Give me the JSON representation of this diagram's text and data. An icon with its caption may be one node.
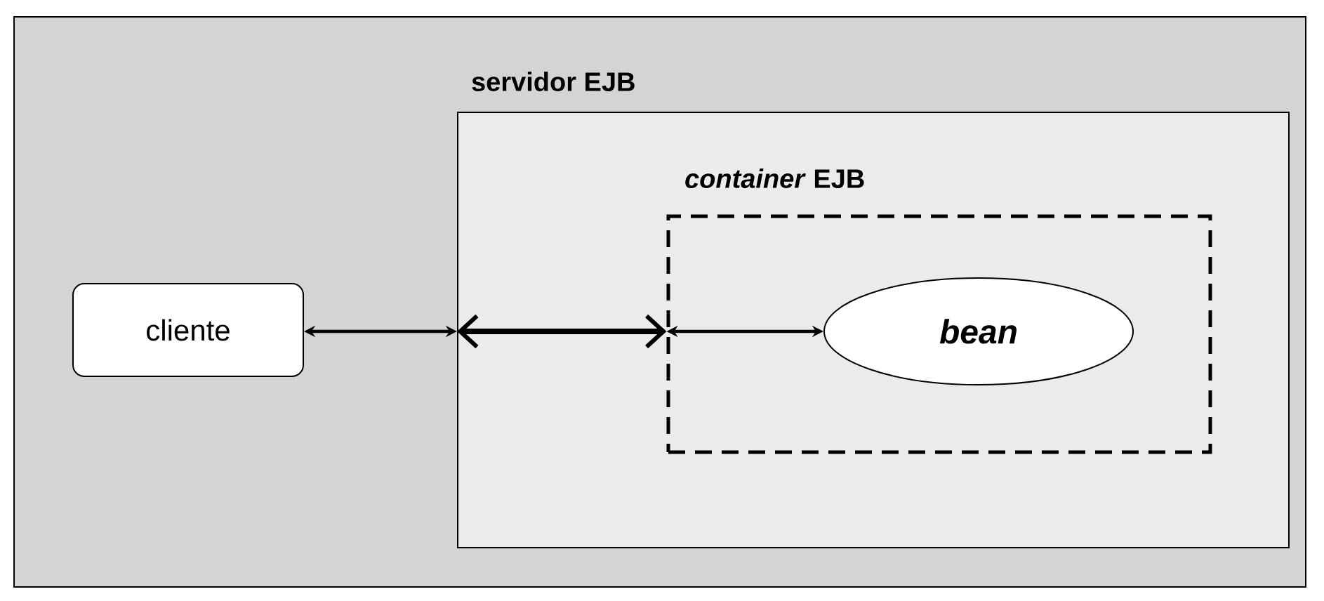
{
  "diagram": {
    "nodes": [
      {
        "text": [
          "servidor EJB"
        ]
      },
      {
        "text": [
          "*container* EJB"
        ],
        "in": 0
      },
      {
        "text": [
          "cliente"
        ]
      },
      {
        "text": [
          "bean"
        ],
        "in": 1
      }
    ],
    "edges": [
      {
        "from": 2,
        "to": 0,
        "arrow": "both"
      },
      {
        "from": 0,
        "to": 1,
        "arrow": "both",
        "style": "thick"
      },
      {
        "from": 1,
        "to": 3,
        "arrow": "both"
      }
    ]
  }
}
